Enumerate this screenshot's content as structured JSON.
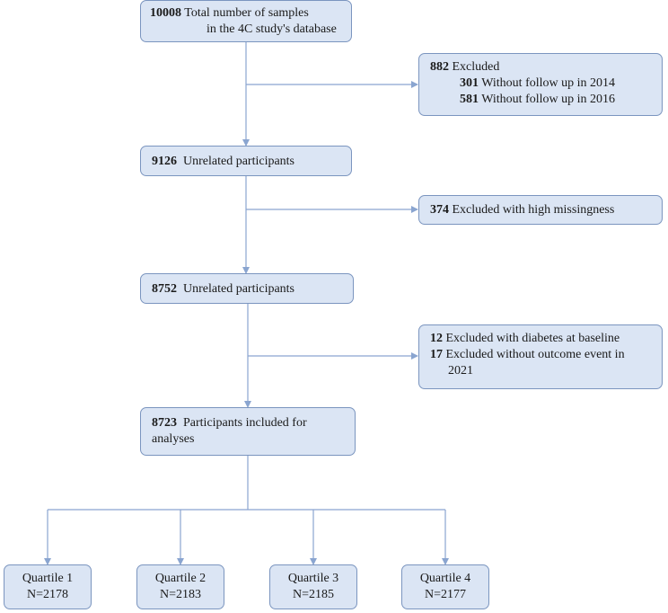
{
  "flow": {
    "start": {
      "count": "10008",
      "text1": "Total number of samples",
      "text2": "in the 4C study's database"
    },
    "excl1": {
      "count": "882",
      "label": "Excluded",
      "items": [
        {
          "count": "301",
          "text": "Without follow up in 2014"
        },
        {
          "count": "581",
          "text": "Without follow up in 2016"
        }
      ]
    },
    "step2": {
      "count": "9126",
      "text": "Unrelated participants"
    },
    "excl2": {
      "count": "374",
      "text": "Excluded with high missingness"
    },
    "step3": {
      "count": "8752",
      "text": "Unrelated participants"
    },
    "excl3": {
      "items": [
        {
          "count": "12",
          "text": "Excluded with diabetes at baseline"
        },
        {
          "count": "17",
          "text1": "Excluded without outcome event in",
          "text2": "2021"
        }
      ]
    },
    "final": {
      "count": "8723",
      "text1": "Participants included for",
      "text2": "analyses"
    },
    "quartiles": [
      {
        "label": "Quartile 1",
        "n": "N=2178"
      },
      {
        "label": "Quartile 2",
        "n": "N=2183"
      },
      {
        "label": "Quartile 3",
        "n": "N=2185"
      },
      {
        "label": "Quartile 4",
        "n": "N=2177"
      }
    ]
  },
  "colors": {
    "box_fill": "#dbe5f4",
    "box_border": "#7b95bf",
    "connector": "#8aa5d0"
  }
}
